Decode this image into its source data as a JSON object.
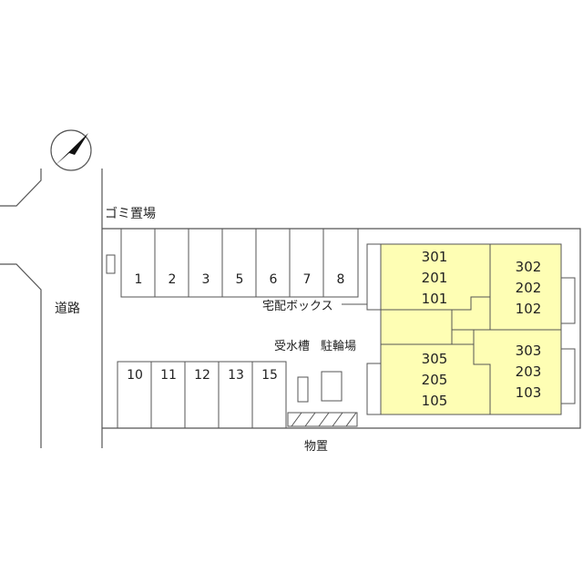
{
  "labels": {
    "road": "道路",
    "garbage": "ゴミ置場",
    "delivery_box": "宅配ボックス",
    "water_tank": "受水槽",
    "bicycle_parking": "駐輪場",
    "storage": "物置"
  },
  "parking": {
    "top_row": [
      "1",
      "2",
      "3",
      "5",
      "6",
      "7",
      "8"
    ],
    "bottom_row": [
      "10",
      "11",
      "12",
      "13",
      "15"
    ]
  },
  "units": [
    {
      "id": "unit-block-301",
      "numbers": [
        "301",
        "201",
        "101"
      ]
    },
    {
      "id": "unit-block-302",
      "numbers": [
        "302",
        "202",
        "102"
      ]
    },
    {
      "id": "unit-block-305",
      "numbers": [
        "305",
        "205",
        "105"
      ]
    },
    {
      "id": "unit-block-303",
      "numbers": [
        "303",
        "203",
        "103"
      ]
    }
  ],
  "colors": {
    "building_fill": "#fefeb4",
    "line": "#555555"
  },
  "icons": {
    "north_arrow": "compass-north-icon"
  }
}
